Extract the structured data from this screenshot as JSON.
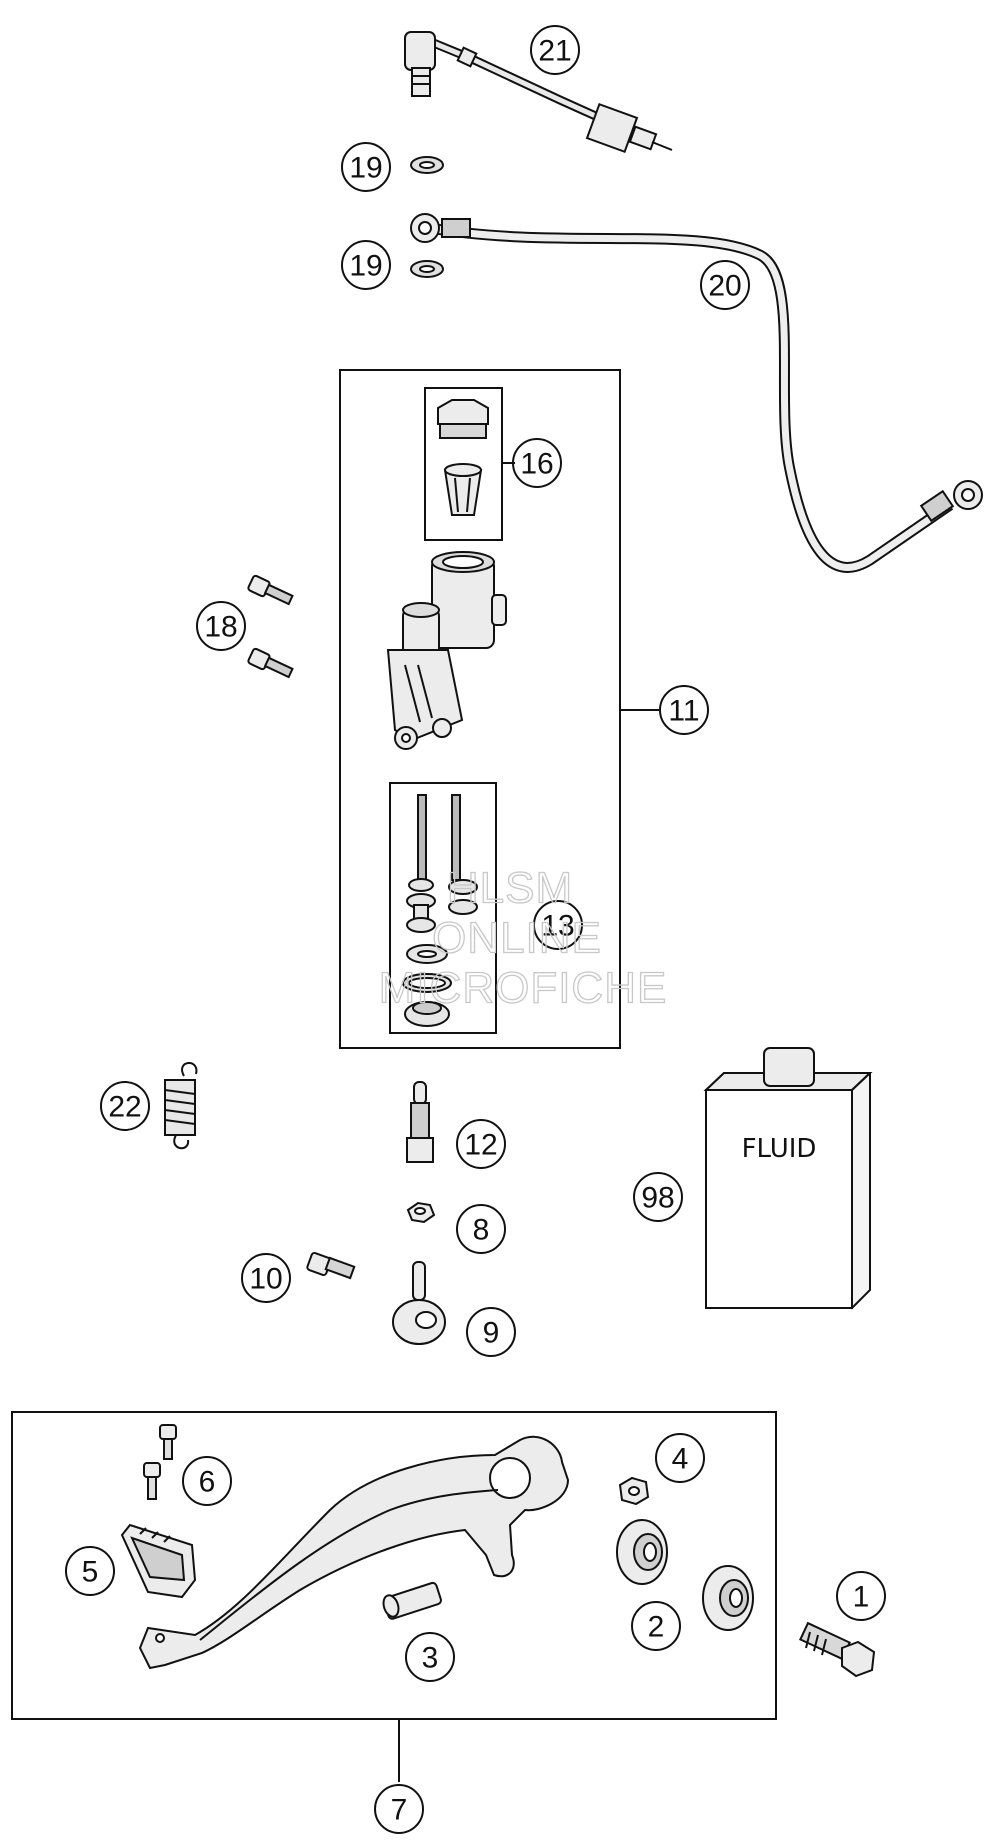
{
  "callouts": {
    "c1": "1",
    "c2": "2",
    "c3": "3",
    "c4": "4",
    "c5": "5",
    "c6": "6",
    "c7": "7",
    "c8": "8",
    "c9": "9",
    "c10": "10",
    "c11": "11",
    "c12": "12",
    "c13": "13",
    "c16": "16",
    "c18": "18",
    "c19a": "19",
    "c19b": "19",
    "c20": "20",
    "c21": "21",
    "c22": "22",
    "c98": "98"
  },
  "fluid_label": "FLUID",
  "watermark": {
    "line1": "HLSM",
    "line2": "ONLINE",
    "line3": "MICROFICHE"
  },
  "colors": {
    "line": "#111111",
    "fill_light": "#e9e9e9",
    "fill_mid": "#cfcfcf",
    "watermark": "#c8c8c8"
  }
}
